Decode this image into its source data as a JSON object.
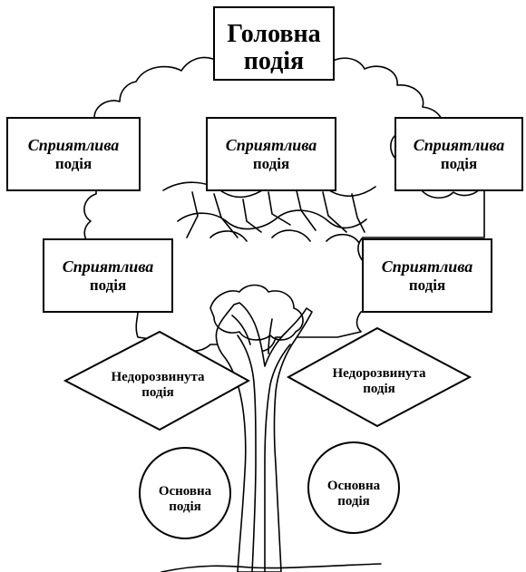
{
  "diagram": {
    "top_event": {
      "line1": "Головна",
      "line2": "подія"
    },
    "favorable_events": [
      {
        "line1": "Сприятлива",
        "line2": "подія"
      },
      {
        "line1": "Сприятлива",
        "line2": "подія"
      },
      {
        "line1": "Сприятлива",
        "line2": "подія"
      },
      {
        "line1": "Сприятлива",
        "line2": "подія"
      },
      {
        "line1": "Сприятлива",
        "line2": "подія"
      }
    ],
    "undeveloped_events": [
      {
        "line1": "Недорозвинута",
        "line2": "подія"
      },
      {
        "line1": "Недорозвинута",
        "line2": "подія"
      }
    ],
    "basic_events": [
      {
        "line1": "Основна",
        "line2": "подія"
      },
      {
        "line1": "Основна",
        "line2": "подія"
      }
    ]
  }
}
